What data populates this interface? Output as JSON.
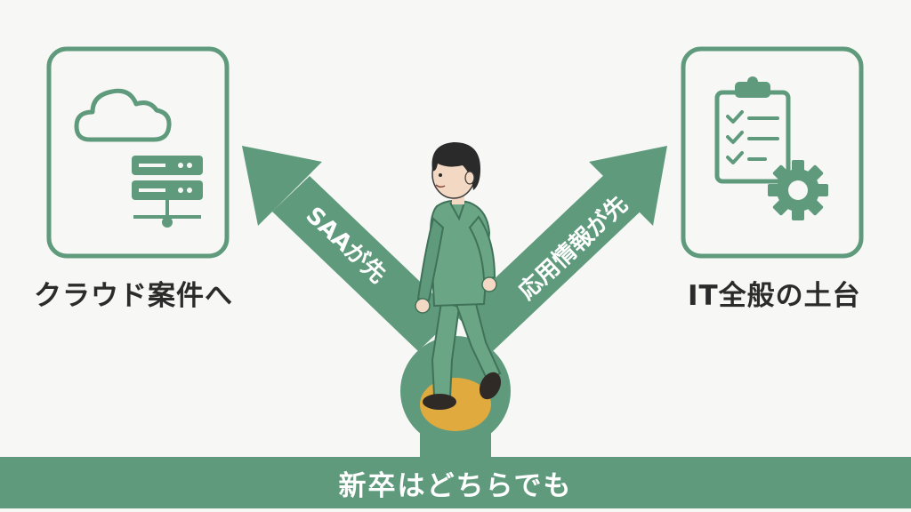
{
  "colors": {
    "accent": "#5f9a7c",
    "accent_dark": "#4c8468",
    "suit": "#6aa585",
    "hair": "#2a2a2a",
    "skin": "#f3d9c3",
    "start_circle": "#e0aa3e",
    "background": "#f7f8f5",
    "text": "#2b2b2b"
  },
  "left_branch": {
    "arrow_label": "SAAが先",
    "box_label": "クラウド案件へ",
    "icons": [
      "cloud-icon",
      "server-rack-icon",
      "network-icon"
    ]
  },
  "right_branch": {
    "arrow_label": "応用情報が先",
    "box_label": "IT全般の土台",
    "icons": [
      "clipboard-checklist-icon",
      "gear-icon"
    ]
  },
  "bottom": {
    "label": "新卒はどちらでも"
  },
  "figure": {
    "icon": "walking-person-icon"
  }
}
